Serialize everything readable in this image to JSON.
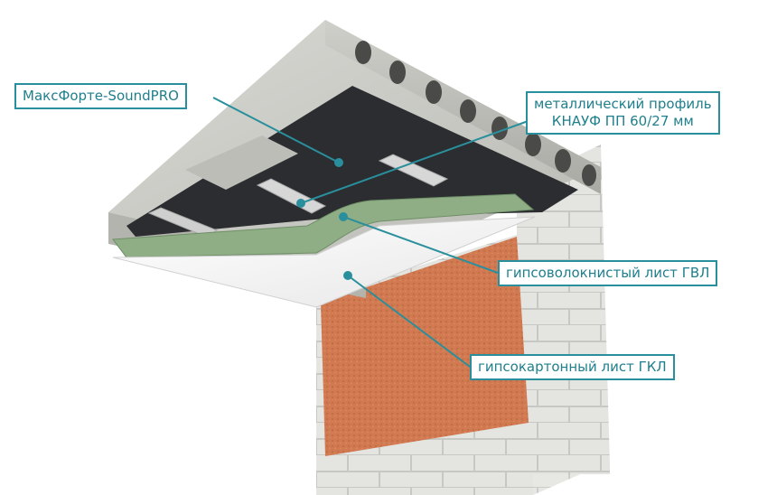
{
  "labels": {
    "soundpro": "МаксФорте-SoundPRO",
    "profile_line1": "металлический профиль",
    "profile_line2": "КНАУФ ПП 60/27 мм",
    "gvl": "гипсоволокнистый лист ГВЛ",
    "gkl": "гипсокартонный лист ГКЛ"
  },
  "colors": {
    "accent": "#2a8f9c",
    "concrete": "#c9c9c4",
    "insulation": "#2b2d30",
    "gvl_board": "#8fae86",
    "gkl_board": "#f2f2f2",
    "brick": "#d4784f",
    "block_wall": "#e3e3e0"
  }
}
